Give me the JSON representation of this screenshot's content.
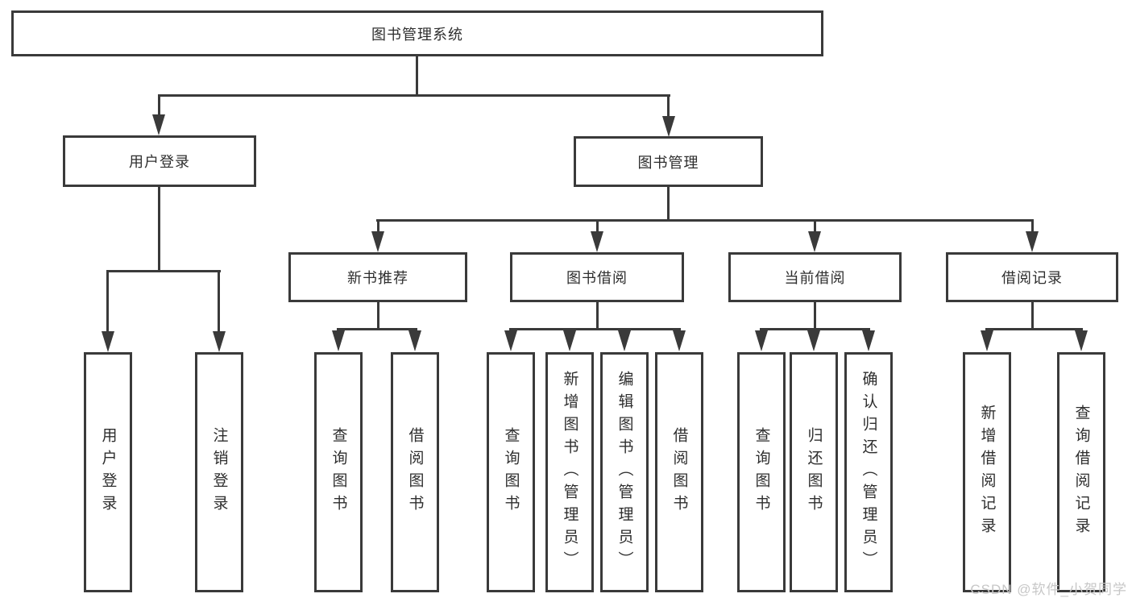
{
  "diagram": {
    "root": {
      "label": "图书管理系统"
    },
    "branches": {
      "user_login": {
        "label": "用户登录",
        "children": [
          "用户登录",
          "注销登录"
        ]
      },
      "book_management": {
        "label": "图书管理"
      },
      "new_book_recommend": {
        "label": "新书推荐",
        "children": [
          "查询图书",
          "借阅图书"
        ]
      },
      "book_borrowing": {
        "label": "图书借阅",
        "children": [
          "查询图书",
          "新增图书（管理员）",
          "编辑图书（管理员）",
          "借阅图书"
        ]
      },
      "current_borrowing": {
        "label": "当前借阅",
        "children": [
          "查询图书",
          "归还图书",
          "确认归还（管理员）"
        ]
      },
      "borrowing_records": {
        "label": "借阅记录",
        "children": [
          "新增借阅记录",
          "查询借阅记录"
        ]
      }
    }
  },
  "watermark": {
    "text": "CSDN @软件_小贺同学"
  },
  "colors": {
    "line": "#3a3a3a",
    "text": "#2e2e2e",
    "background": "#ffffff",
    "watermark": "#c7c7c7"
  }
}
